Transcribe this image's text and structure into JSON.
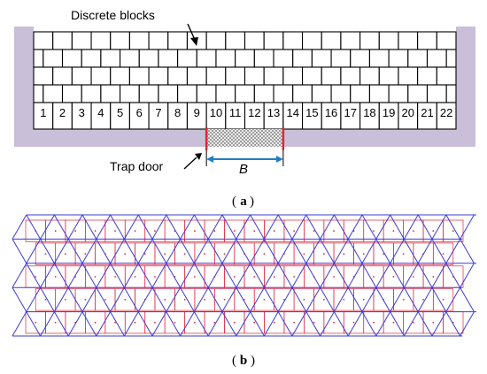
{
  "panel_a": {
    "title_label": "Discrete blocks",
    "trap_label": "Trap door",
    "width_label": "B",
    "caption_open": "(",
    "caption_letter": "a",
    "caption_close": ")",
    "block_rows": 4,
    "bottom_blocks": [
      "1",
      "2",
      "3",
      "4",
      "5",
      "6",
      "7",
      "8",
      "9",
      "10",
      "11",
      "12",
      "13",
      "14",
      "15",
      "16",
      "17",
      "18",
      "19",
      "20",
      "21",
      "22"
    ],
    "trap_door_blocks": [
      "10",
      "11",
      "12",
      "13"
    ],
    "colors": {
      "wall": "#c9bfd8",
      "block_stroke": "#000000",
      "trap_edge": "#e0262e",
      "dimension": "#1f7ec4",
      "trap_fill": "#a8a8a8"
    }
  },
  "panel_b": {
    "caption_open": "(",
    "caption_letter": "b",
    "caption_close": ")",
    "colors": {
      "triangle_mesh": "#3b3bd6",
      "block_outline": "#e0263c"
    }
  }
}
